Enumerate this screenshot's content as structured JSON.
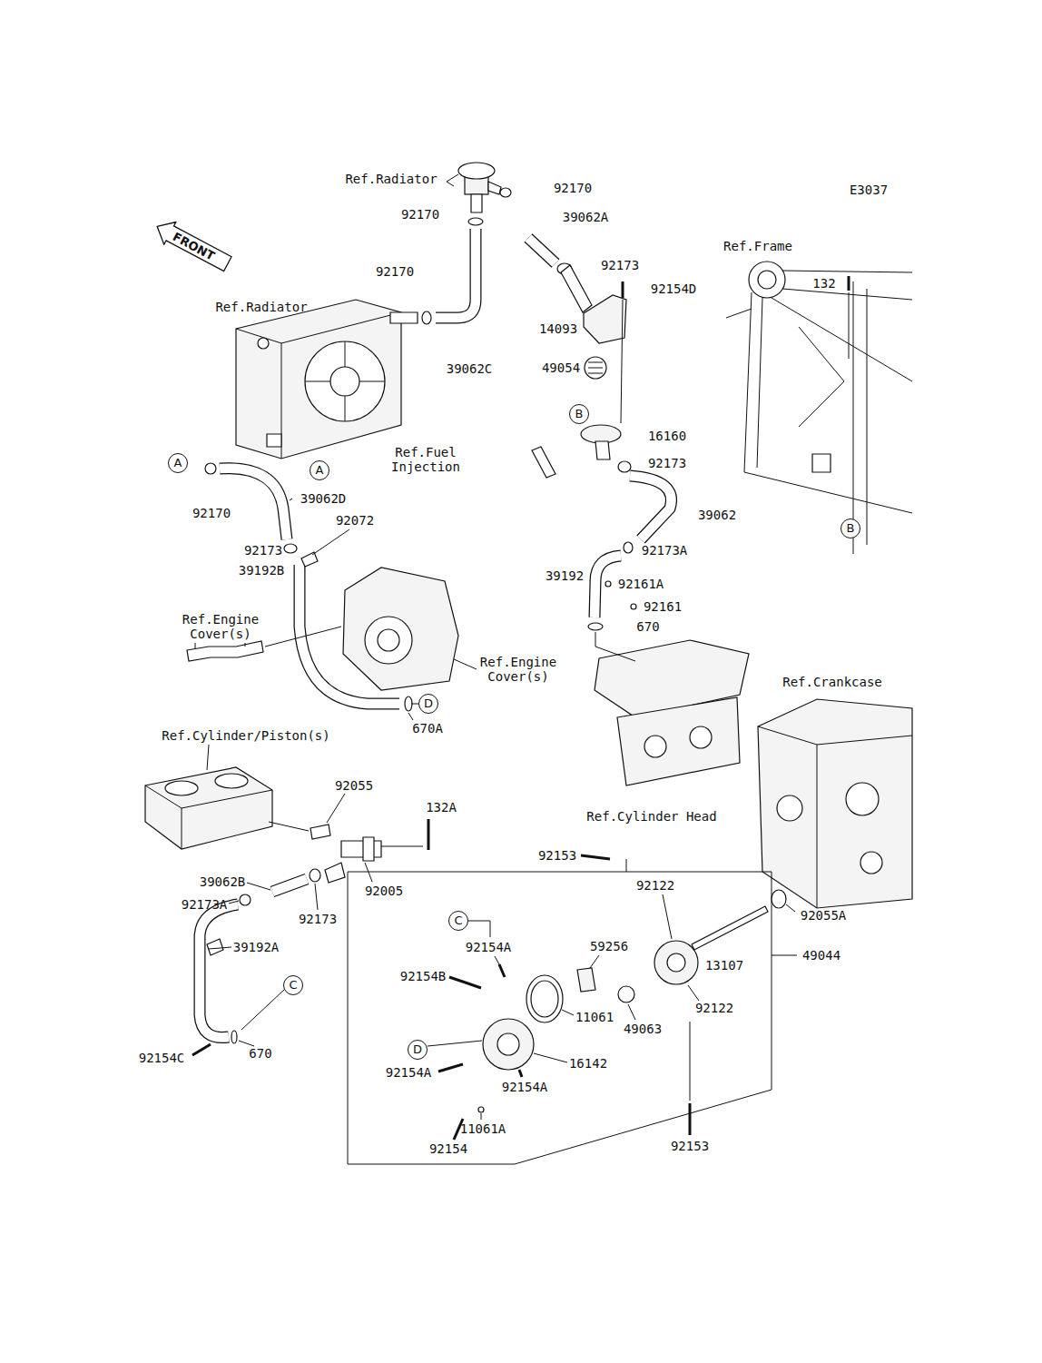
{
  "diagram": {
    "nodes": [
      {
        "text": [
          "FRONT"
        ]
      },
      {
        "text": [
          "A"
        ]
      },
      {
        "text": [
          "A"
        ]
      },
      {
        "text": [
          "B"
        ]
      },
      {
        "text": [
          "B"
        ]
      },
      {
        "text": [
          "D"
        ]
      },
      {
        "text": [
          "C"
        ]
      },
      {
        "text": [
          "C"
        ]
      },
      {
        "text": [
          "D"
        ]
      }
    ],
    "labels": [
      "Ref.Radiator",
      "E3037",
      "92170",
      "92170",
      "39062A",
      "92173",
      "92170",
      "92154D",
      "Ref.Radiator",
      "Ref.Frame",
      "132",
      "14093",
      "39062C",
      "49054",
      "16160",
      "Ref.Fuel Injection",
      "92173",
      "92170",
      "39062D",
      "92072",
      "39062",
      "92173",
      "92173A",
      "39192B",
      "39192",
      "92161A",
      "92161",
      "670",
      "Ref.Engine Cover(s)",
      "Ref.Engine Cover(s)",
      "670A",
      "Ref.Crankcase",
      "Ref.Cylinder/Piston(s)",
      "92055",
      "132A",
      "Ref.Cylinder Head",
      "92153",
      "92122",
      "39062B",
      "92005",
      "92055A",
      "92173A",
      "92173",
      "92154A",
      "59256",
      "13107",
      "49044",
      "39192A",
      "92154B",
      "11061",
      "49063",
      "92122",
      "92154C",
      "670",
      "92154A",
      "16142",
      "92154A",
      "11061A",
      "92154",
      "92153"
    ]
  }
}
